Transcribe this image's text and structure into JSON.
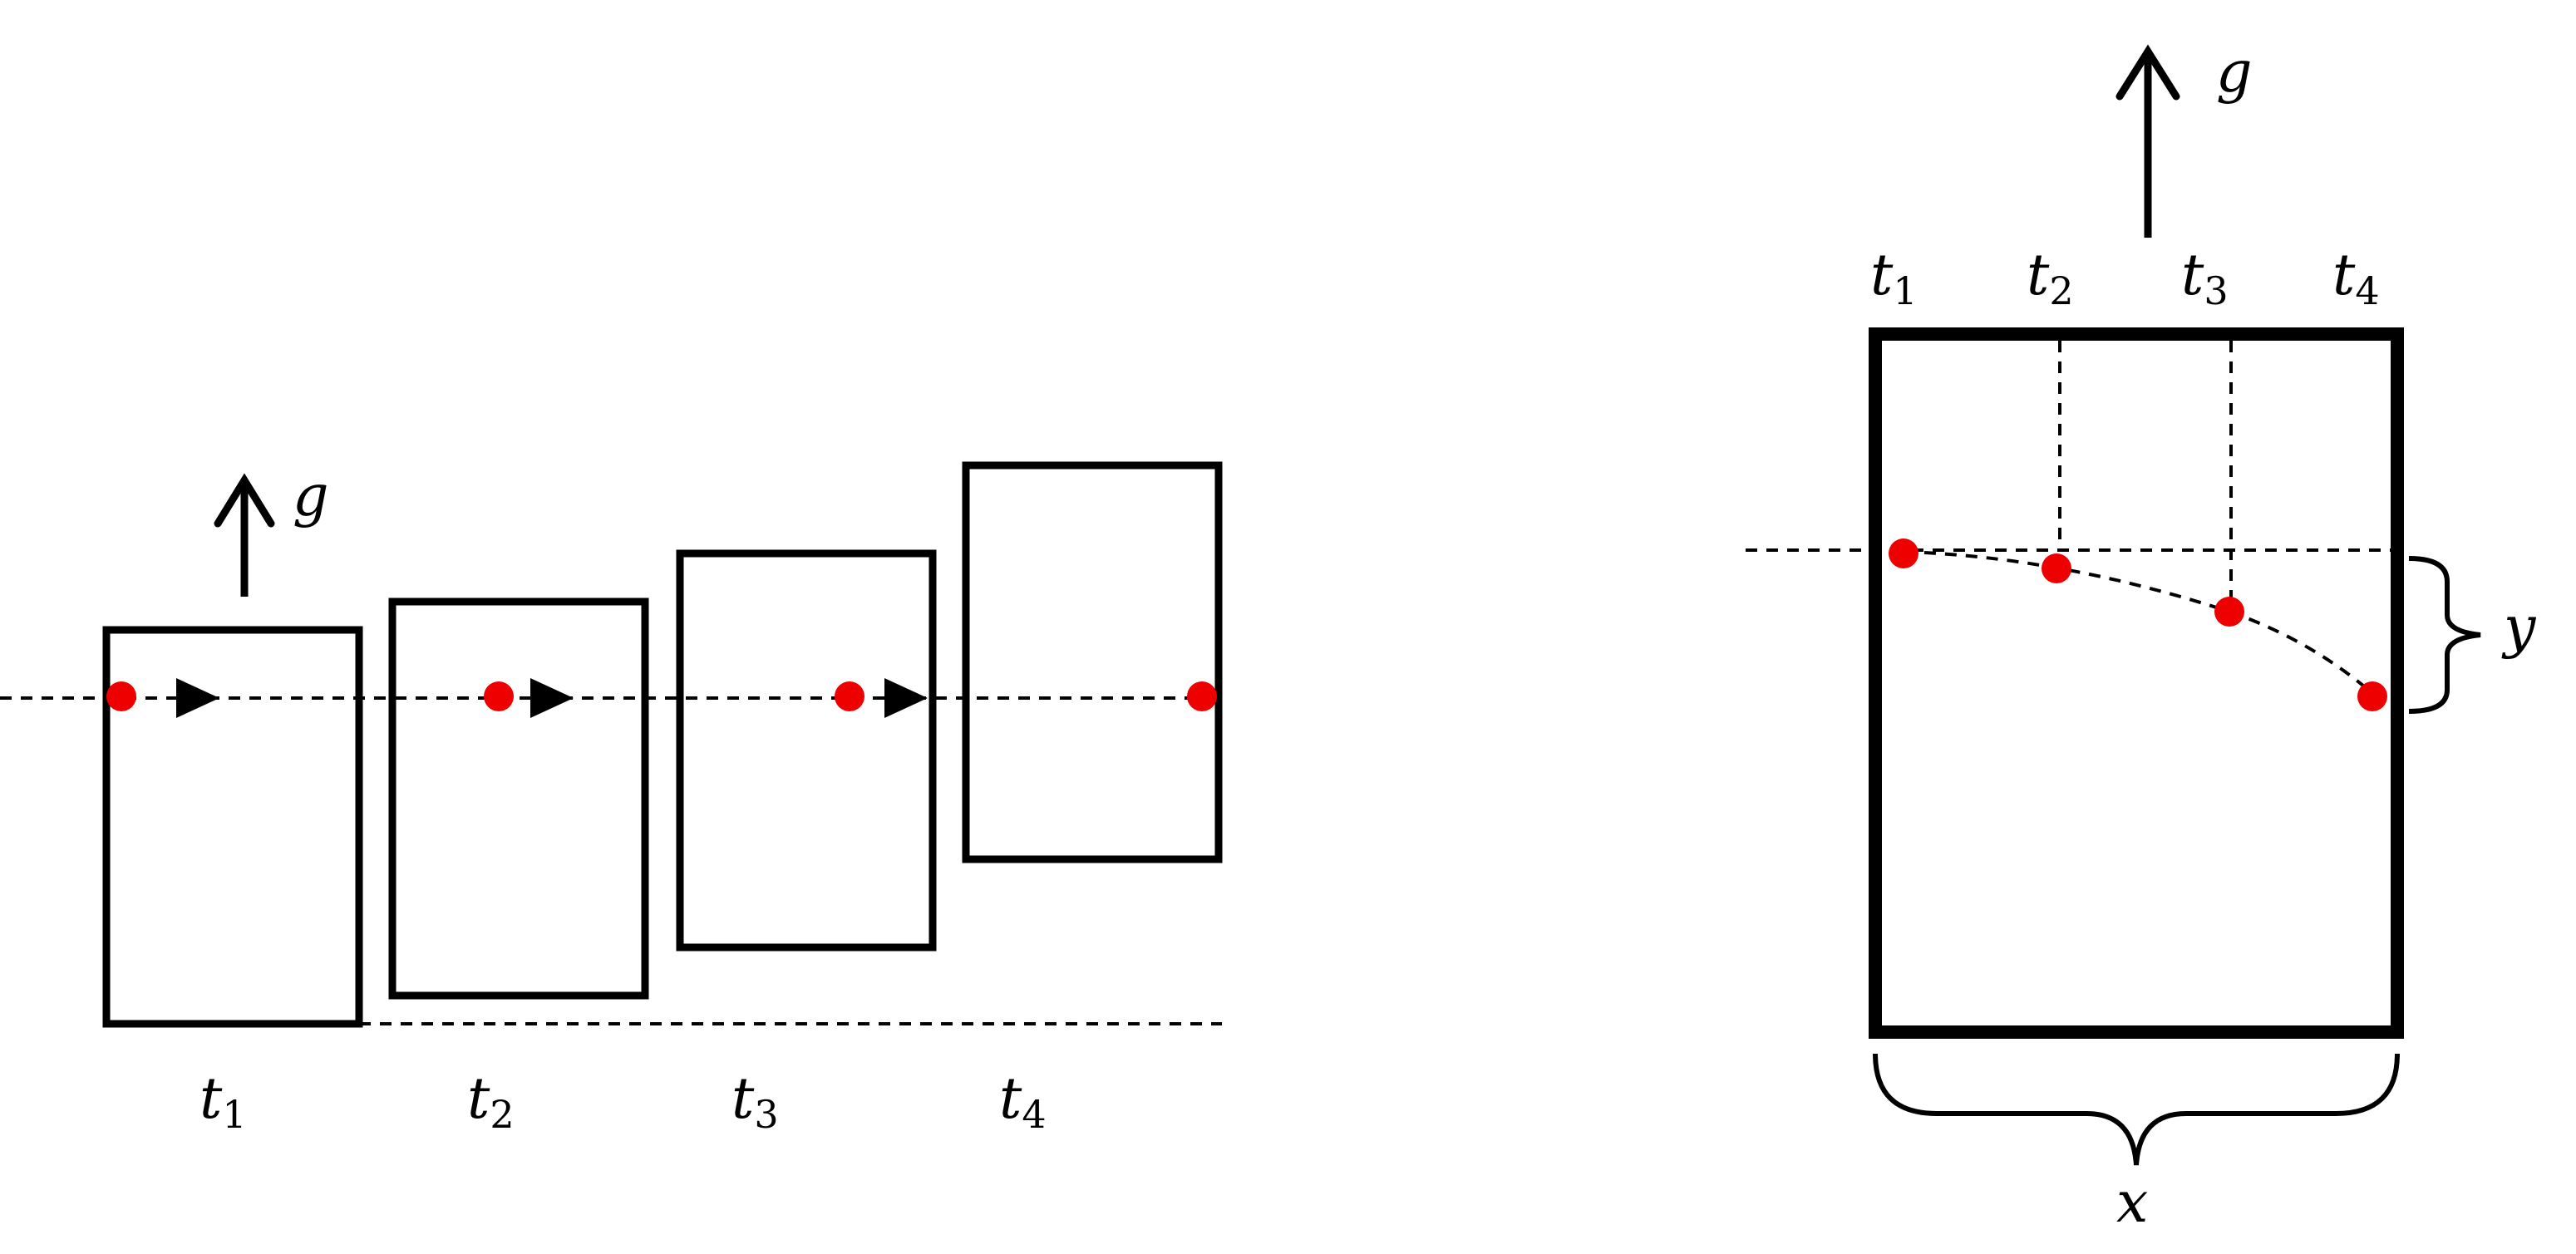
{
  "colors": {
    "stroke": "#000000",
    "point": "#ee0000",
    "background": "#ffffff"
  },
  "left_panel": {
    "gravity": {
      "symbol": "g"
    },
    "frames": [
      {
        "var": "t",
        "sub": "1"
      },
      {
        "var": "t",
        "sub": "2"
      },
      {
        "var": "t",
        "sub": "3"
      },
      {
        "var": "t",
        "sub": "4"
      }
    ]
  },
  "right_panel": {
    "gravity": {
      "symbol": "g"
    },
    "times": [
      {
        "var": "t",
        "sub": "1"
      },
      {
        "var": "t",
        "sub": "2"
      },
      {
        "var": "t",
        "sub": "3"
      },
      {
        "var": "t",
        "sub": "4"
      }
    ],
    "width_label": "x",
    "drop_label": "y"
  }
}
